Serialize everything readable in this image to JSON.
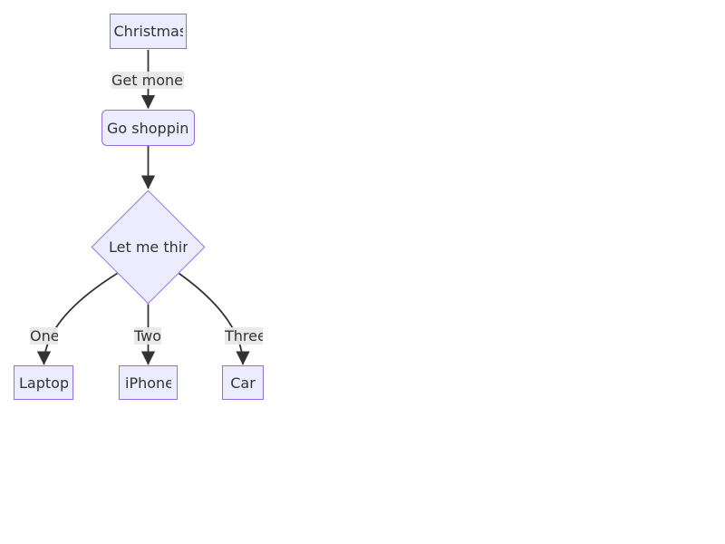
{
  "diagram": {
    "type": "flowchart",
    "direction": "top-down",
    "nodes": [
      {
        "id": "christmas",
        "label": "Christmas",
        "shape": "rectangle"
      },
      {
        "id": "go-shopping",
        "label": "Go shopping",
        "shape": "rounded-rectangle"
      },
      {
        "id": "let-me-think",
        "label": "Let me think",
        "shape": "diamond"
      },
      {
        "id": "laptop",
        "label": "Laptop",
        "shape": "rectangle"
      },
      {
        "id": "iphone",
        "label": "iPhone",
        "shape": "rectangle"
      },
      {
        "id": "car",
        "label": "Car",
        "shape": "rectangle"
      }
    ],
    "edges": [
      {
        "from": "christmas",
        "to": "go-shopping",
        "label": "Get money"
      },
      {
        "from": "go-shopping",
        "to": "let-me-think",
        "label": ""
      },
      {
        "from": "let-me-think",
        "to": "laptop",
        "label": "One"
      },
      {
        "from": "let-me-think",
        "to": "iphone",
        "label": "Two"
      },
      {
        "from": "let-me-think",
        "to": "car",
        "label": "Three"
      }
    ],
    "colors": {
      "node_fill": "#ECECFF",
      "node_border": "#9370DB",
      "edge_stroke": "#333333",
      "edge_label_background": "#e8e8e8",
      "text": "#333333",
      "canvas_background": "#ffffff"
    }
  }
}
